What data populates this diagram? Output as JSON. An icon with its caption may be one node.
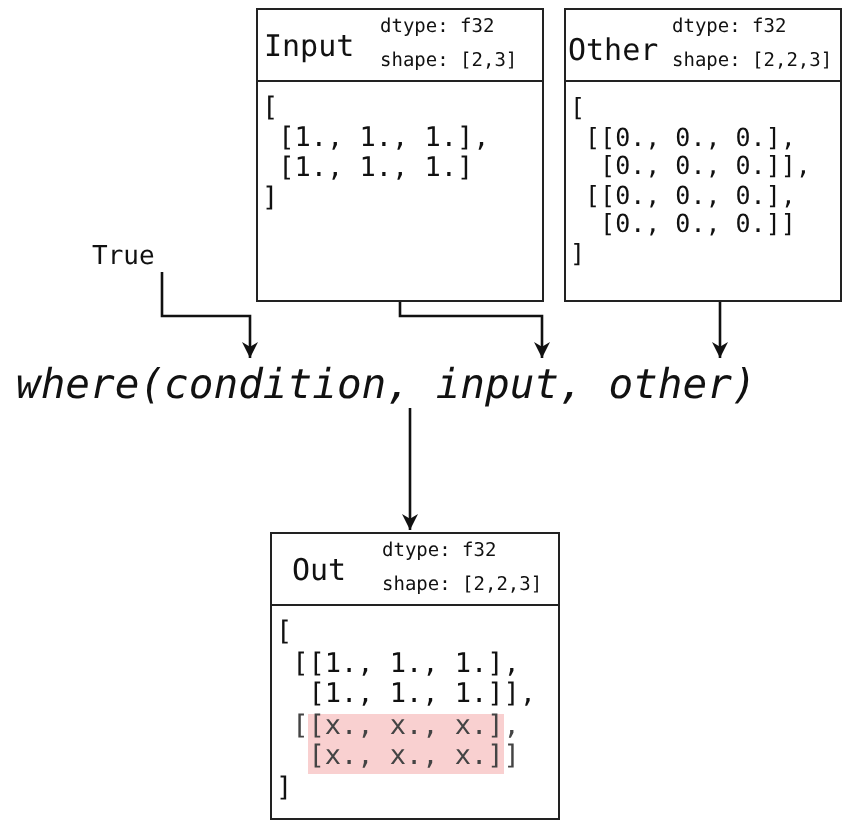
{
  "diagram": {
    "nodes": [
      {
        "text": [
          "True"
        ]
      },
      {
        "text": [
          "Input",
          "dtype: f32",
          "shape: [2,3]",
          "[",
          "[1., 1., 1.],",
          "[1., 1., 1.]",
          "]"
        ]
      },
      {
        "text": [
          "Other",
          "dtype: f32",
          "shape: [2,2,3]",
          "[",
          "[[0., 0., 0.],",
          "[0., 0., 0.]],",
          "[[0., 0., 0.],",
          "[0., 0., 0.]]",
          "]"
        ]
      },
      {
        "text": [
          "where(condition, input, other)"
        ]
      },
      {
        "text": [
          "Out",
          "dtype: f32",
          "shape: [2,2,3]",
          "[",
          "[[1., 1., 1.],",
          "[1., 1., 1.]],",
          "[[x., x., x.],",
          "[x., x., x.]]",
          "]"
        ]
      }
    ],
    "edges": [
      {
        "from": 0,
        "to": 3,
        "arrow": "to"
      },
      {
        "from": 1,
        "to": 3,
        "arrow": "to"
      },
      {
        "from": 2,
        "to": 3,
        "arrow": "to"
      },
      {
        "from": 3,
        "to": 4,
        "arrow": "to"
      }
    ]
  }
}
